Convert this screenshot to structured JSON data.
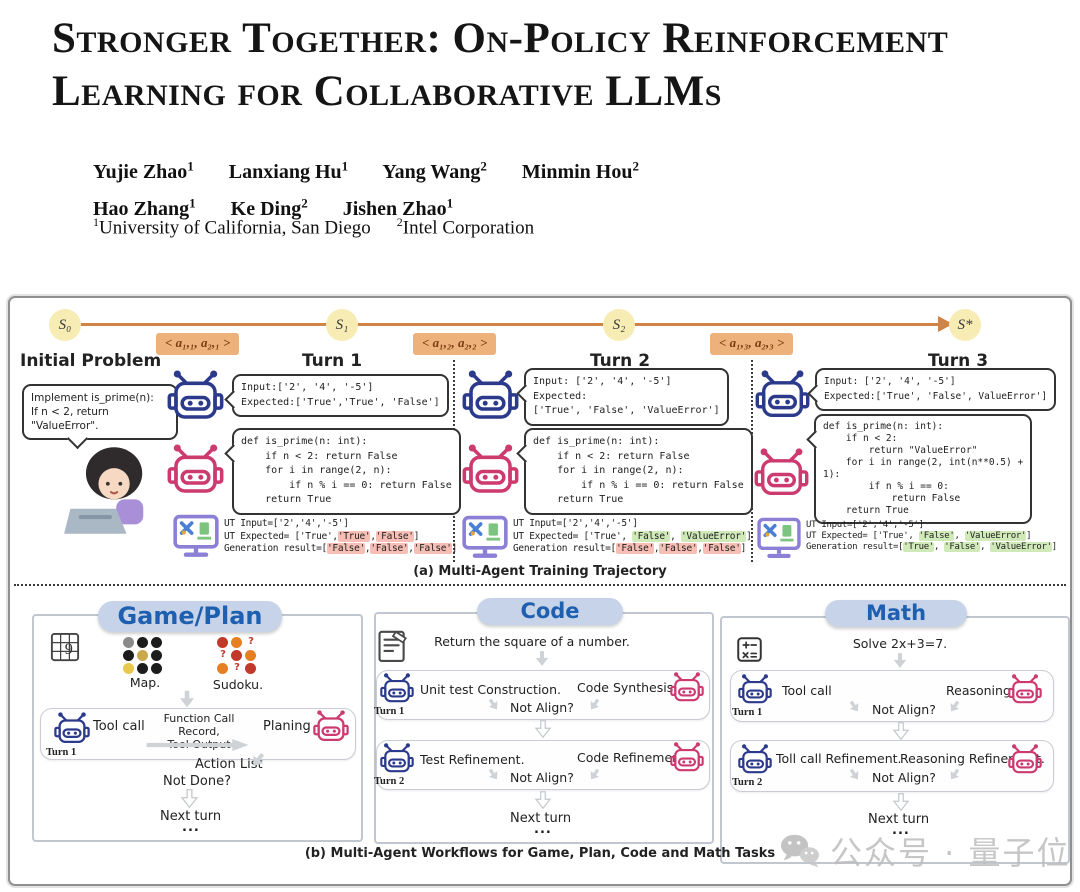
{
  "paper": {
    "title_line1": "Stronger Together: On-Policy Reinforcement",
    "title_line2": "Learning for Collaborative LLMs",
    "authors_row1": [
      {
        "name": "Yujie Zhao",
        "sup": "1"
      },
      {
        "name": "Lanxiang Hu",
        "sup": "1"
      },
      {
        "name": "Yang Wang",
        "sup": "2"
      },
      {
        "name": "Minmin Hou",
        "sup": "2"
      }
    ],
    "authors_row2": [
      {
        "name": "Hao Zhang",
        "sup": "1"
      },
      {
        "name": "Ke Ding",
        "sup": "2"
      },
      {
        "name": "Jishen Zhao",
        "sup": "1"
      }
    ],
    "affiliations": [
      {
        "sup": "1",
        "name": "University of California, San Diego"
      },
      {
        "sup": "2",
        "name": "Intel Corporation"
      }
    ]
  },
  "figure": {
    "timeline": {
      "states": [
        "S₀",
        "S₁",
        "S₂",
        "S*"
      ],
      "actions": [
        "< a₁,₁, a₂,₁ >",
        "< a₁,₂, a₂,₂ >",
        "< a₁,₃, a₂,₃ >"
      ]
    },
    "initial": {
      "heading": "Initial Problem",
      "bubble": "Implement is_prime(n):\nIf n < 2, return \"ValueError\"."
    },
    "turns": [
      {
        "heading": "Turn 1",
        "bubble": "Input:['2', '4', '-5']\nExpected:['True','True', 'False']",
        "code": "def is_prime(n: int):\n    if n < 2: return False\n    for i in range(2, n):\n        if n % i == 0: return False\n    return True",
        "ut": [
          [
            {
              "t": "UT Input=['2','4','-5']"
            }
          ],
          [
            {
              "t": "UT Expected= ['True',"
            },
            {
              "t": "'True'",
              "h": "red"
            },
            {
              "t": ","
            },
            {
              "t": "'False'",
              "h": "red"
            },
            {
              "t": "]"
            }
          ],
          [
            {
              "t": "Generation result=["
            },
            {
              "t": "'False'",
              "h": "red"
            },
            {
              "t": ","
            },
            {
              "t": "'False'",
              "h": "red"
            },
            {
              "t": ","
            },
            {
              "t": "'False'",
              "h": "red"
            },
            {
              "t": "]"
            }
          ]
        ]
      },
      {
        "heading": "Turn 2",
        "bubble": "Input: ['2', '4', '-5']\nExpected:\n['True', 'False', 'ValueError']",
        "code": "def is_prime(n: int):\n    if n < 2: return False\n    for i in range(2, n):\n        if n % i == 0: return False\n    return True",
        "ut": [
          [
            {
              "t": "UT Input=['2','4','-5']"
            }
          ],
          [
            {
              "t": "UT Expected= ['True', "
            },
            {
              "t": "'False'",
              "h": "green"
            },
            {
              "t": ", "
            },
            {
              "t": "'ValueError'",
              "h": "green"
            },
            {
              "t": "]"
            }
          ],
          [
            {
              "t": "Generation result=["
            },
            {
              "t": "'False'",
              "h": "red"
            },
            {
              "t": ","
            },
            {
              "t": "'False'",
              "h": "red"
            },
            {
              "t": ","
            },
            {
              "t": "'False'",
              "h": "red"
            },
            {
              "t": "]"
            }
          ]
        ]
      },
      {
        "heading": "Turn 3",
        "bubble": "Input: ['2', '4', '-5']\nExpected:['True', 'False', ValueError']",
        "code": "def is_prime(n: int):\n    if n < 2:\n        return \"ValueError\"\n    for i in range(2, int(n**0.5) +\n1):\n        if n % i == 0:\n            return False\n    return True",
        "ut": [
          [
            {
              "t": "UT Input=['2','4','-5']"
            }
          ],
          [
            {
              "t": "UT Expected= ['True', "
            },
            {
              "t": "'False'",
              "h": "green"
            },
            {
              "t": ", "
            },
            {
              "t": "'ValueError'",
              "h": "green"
            },
            {
              "t": "]"
            }
          ],
          [
            {
              "t": "Generation result=["
            },
            {
              "t": "'True'",
              "h": "green"
            },
            {
              "t": ", "
            },
            {
              "t": "'False'",
              "h": "green"
            },
            {
              "t": ", "
            },
            {
              "t": "'ValueError'",
              "h": "green"
            },
            {
              "t": "]"
            }
          ]
        ]
      }
    ],
    "caption_a": "(a) Multi-Agent Training Trajectory",
    "workflows": {
      "game": {
        "title": "Game/Plan",
        "map_label": "Map.",
        "sudoku_label": "Sudoku.",
        "map_cells": [
          "#8a8a8a",
          "#1c1c1c",
          "#1c1c1c",
          "#1c1c1c",
          "#caa94a",
          "#1c1c1c",
          "#e8c94c",
          "#1c1c1c",
          "#1c1c1c"
        ],
        "sudoku_cells": [
          "#c0392b",
          "#e67e22",
          "?",
          "?",
          "#c0392b",
          "#e67e22",
          "#e67e22",
          "?",
          "#c0392b"
        ],
        "turn_label": "Turn 1",
        "left": "Tool call",
        "mid1": "Function Call Record,",
        "mid2": "Tool Output",
        "right": "Planing",
        "action_list": "Action List",
        "not_done": "Not Done?",
        "next": "Next turn",
        "dots": "..."
      },
      "code": {
        "title": "Code",
        "task": "Return the square of a number.",
        "rows": [
          {
            "turn": "Turn 1",
            "left": "Unit test Construction.",
            "right": "Code Synthesis.",
            "center": "Not Align?"
          },
          {
            "turn": "Turn 2",
            "left": "Test Refinement.",
            "right": "Code Refinement.",
            "center": "Not Align?"
          }
        ],
        "next": "Next turn",
        "dots": "..."
      },
      "math": {
        "title": "Math",
        "task": "Solve 2x+3=7.",
        "rows": [
          {
            "turn": "Turn 1",
            "left": "Tool call",
            "right": "Reasoning",
            "center": "Not Align?"
          },
          {
            "turn": "Turn 2",
            "left": "Toll call Refinement.",
            "right": "Reasoning Refinement.",
            "center": "Not Align?"
          }
        ],
        "next": "Next turn",
        "dots": "..."
      },
      "caption_b": "(b) Multi-Agent Workflows for Game, Plan, Code and Math Tasks"
    },
    "watermark": "公众号 · 量子位"
  },
  "icons": {
    "agent1": "blue-robot-icon",
    "agent2": "pink-robot-icon",
    "unit_test": "monitor-tools-icon",
    "game_task": "sudoku-grid-icon",
    "code_task": "memo-pencil-icon",
    "math_task": "calculator-icon",
    "user": "woman-technologist-icon",
    "watermark": "wechat-icon"
  },
  "colors": {
    "timeline": "#d08445",
    "state_bg": "#f6ecb4",
    "badge_bg": "#edb27c",
    "badge_text": "#7c3a10",
    "agent1_blue": "#2c3a8c",
    "agent2_pink": "#cc3a6e",
    "highlight_red": "#f6beb4",
    "highlight_green": "#cfe9b8",
    "pill_bg": "#c7d3e8",
    "pill_text": "#1e5fb0"
  }
}
